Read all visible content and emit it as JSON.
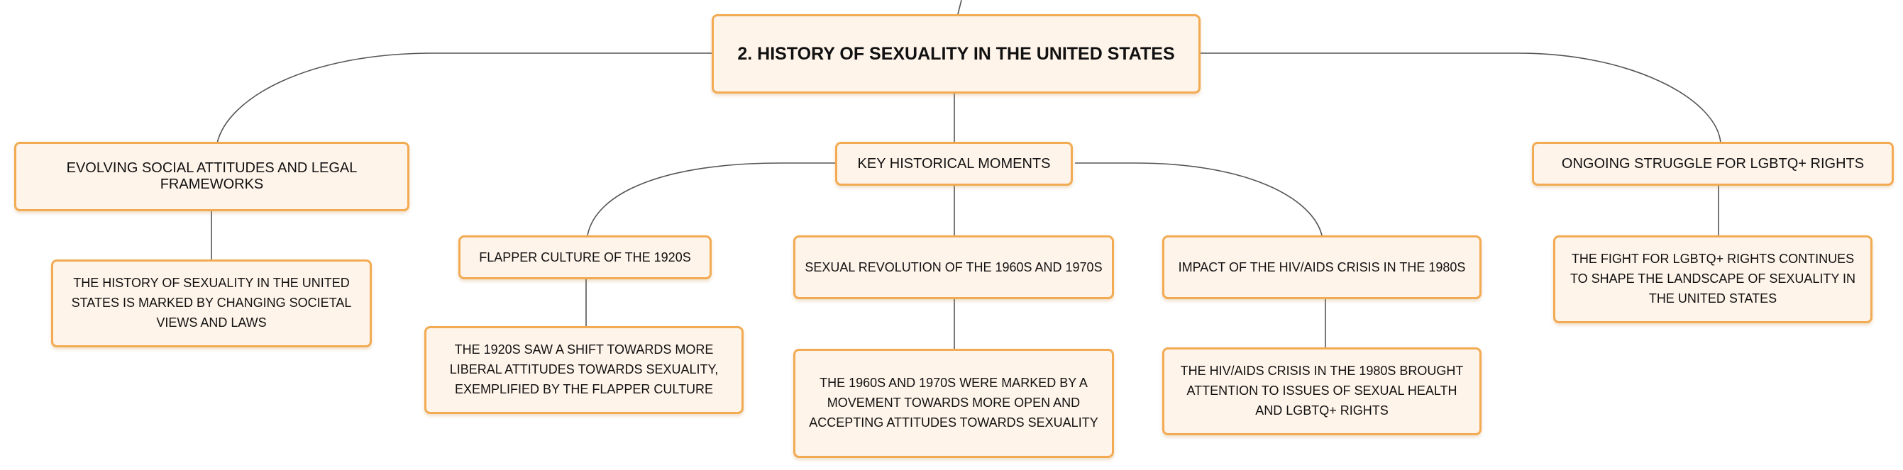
{
  "root": {
    "label": "2. HISTORY OF SEXUALITY IN THE UNITED STATES"
  },
  "left": {
    "label": "EVOLVING SOCIAL ATTITUDES AND LEGAL FRAMEWORKS",
    "detail": "THE HISTORY OF SEXUALITY IN THE UNITED STATES IS MARKED BY CHANGING SOCIETAL VIEWS AND LAWS"
  },
  "center": {
    "label": "KEY HISTORICAL MOMENTS",
    "children": [
      {
        "label": "FLAPPER CULTURE OF THE 1920S",
        "detail": "THE 1920S SAW A SHIFT TOWARDS MORE LIBERAL ATTITUDES TOWARDS SEXUALITY, EXEMPLIFIED BY THE FLAPPER CULTURE"
      },
      {
        "label": "SEXUAL REVOLUTION OF THE 1960S AND 1970S",
        "detail": "THE 1960S AND 1970S WERE MARKED BY A MOVEMENT TOWARDS MORE OPEN AND ACCEPTING ATTITUDES TOWARDS SEXUALITY"
      },
      {
        "label": "IMPACT OF THE HIV/AIDS CRISIS IN THE 1980S",
        "detail": "THE HIV/AIDS CRISIS IN THE 1980S BROUGHT ATTENTION TO ISSUES OF SEXUAL HEALTH AND LGBTQ+ RIGHTS"
      }
    ]
  },
  "right": {
    "label": "ONGOING STRUGGLE FOR LGBTQ+ RIGHTS",
    "detail": "THE FIGHT FOR LGBTQ+ RIGHTS CONTINUES TO SHAPE THE LANDSCAPE OF SEXUALITY IN THE UNITED STATES"
  },
  "colors": {
    "border": "#f2ab52",
    "fill": "#fff4ea",
    "line": "#555555"
  }
}
